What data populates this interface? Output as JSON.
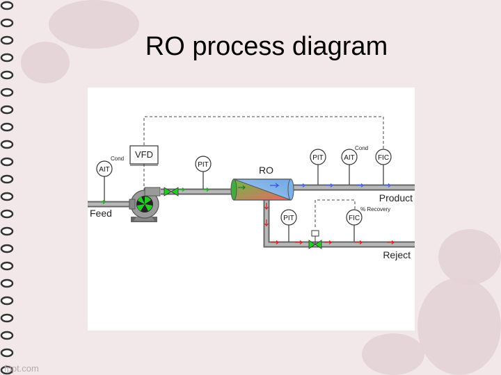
{
  "slide": {
    "title": "RO process diagram",
    "footer": "fppt.com"
  },
  "diagram": {
    "vfd": "VFD",
    "ro": "RO",
    "feed": "Feed",
    "product": "Product",
    "reject": "Reject",
    "cond_left": "Cond",
    "cond_right": "Cond",
    "recovery": "% Recovery",
    "instruments": {
      "ait_feed": "AIT",
      "pit_feed": "PIT",
      "pit_product": "PIT",
      "ait_product": "AIT",
      "fic_product": "FIC",
      "pit_reject": "PIT",
      "fic_reject": "FIC"
    }
  },
  "colors": {
    "pipe": "#8a8a8a",
    "flow_feed": "#22aa22",
    "flow_product": "#4466ee",
    "flow_reject": "#e02020"
  }
}
